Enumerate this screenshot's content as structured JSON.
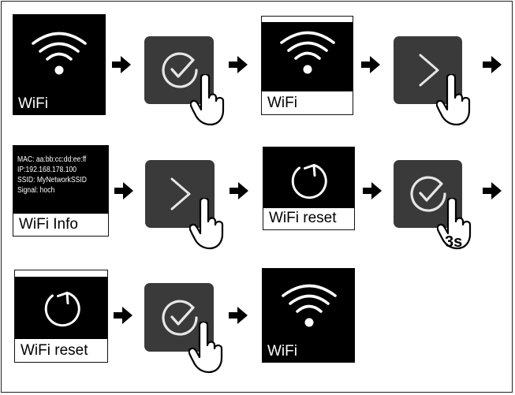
{
  "diagram": {
    "screen_labels": {
      "wifi": "WiFi",
      "wifi_info": "WiFi Info",
      "wifi_reset": "WiFi reset"
    },
    "wifi_info": {
      "mac": "MAC: aa:bb:cc:dd:ee:ff",
      "ip": "IP:192.168.178.100",
      "ssid": "SSID: MyNetworkSSID",
      "signal": "Signal: hoch"
    },
    "hold_duration": "3s",
    "icons": [
      "wifi-icon",
      "confirm-check-icon",
      "next-chevron-icon",
      "reset-icon",
      "hand-pointer-icon",
      "flow-arrow-icon"
    ],
    "colors": {
      "screen": "#000000",
      "button": "#3a3a3a",
      "icon_on_button": "#e6e6e6",
      "text_on_screen": "#ffffff"
    }
  }
}
